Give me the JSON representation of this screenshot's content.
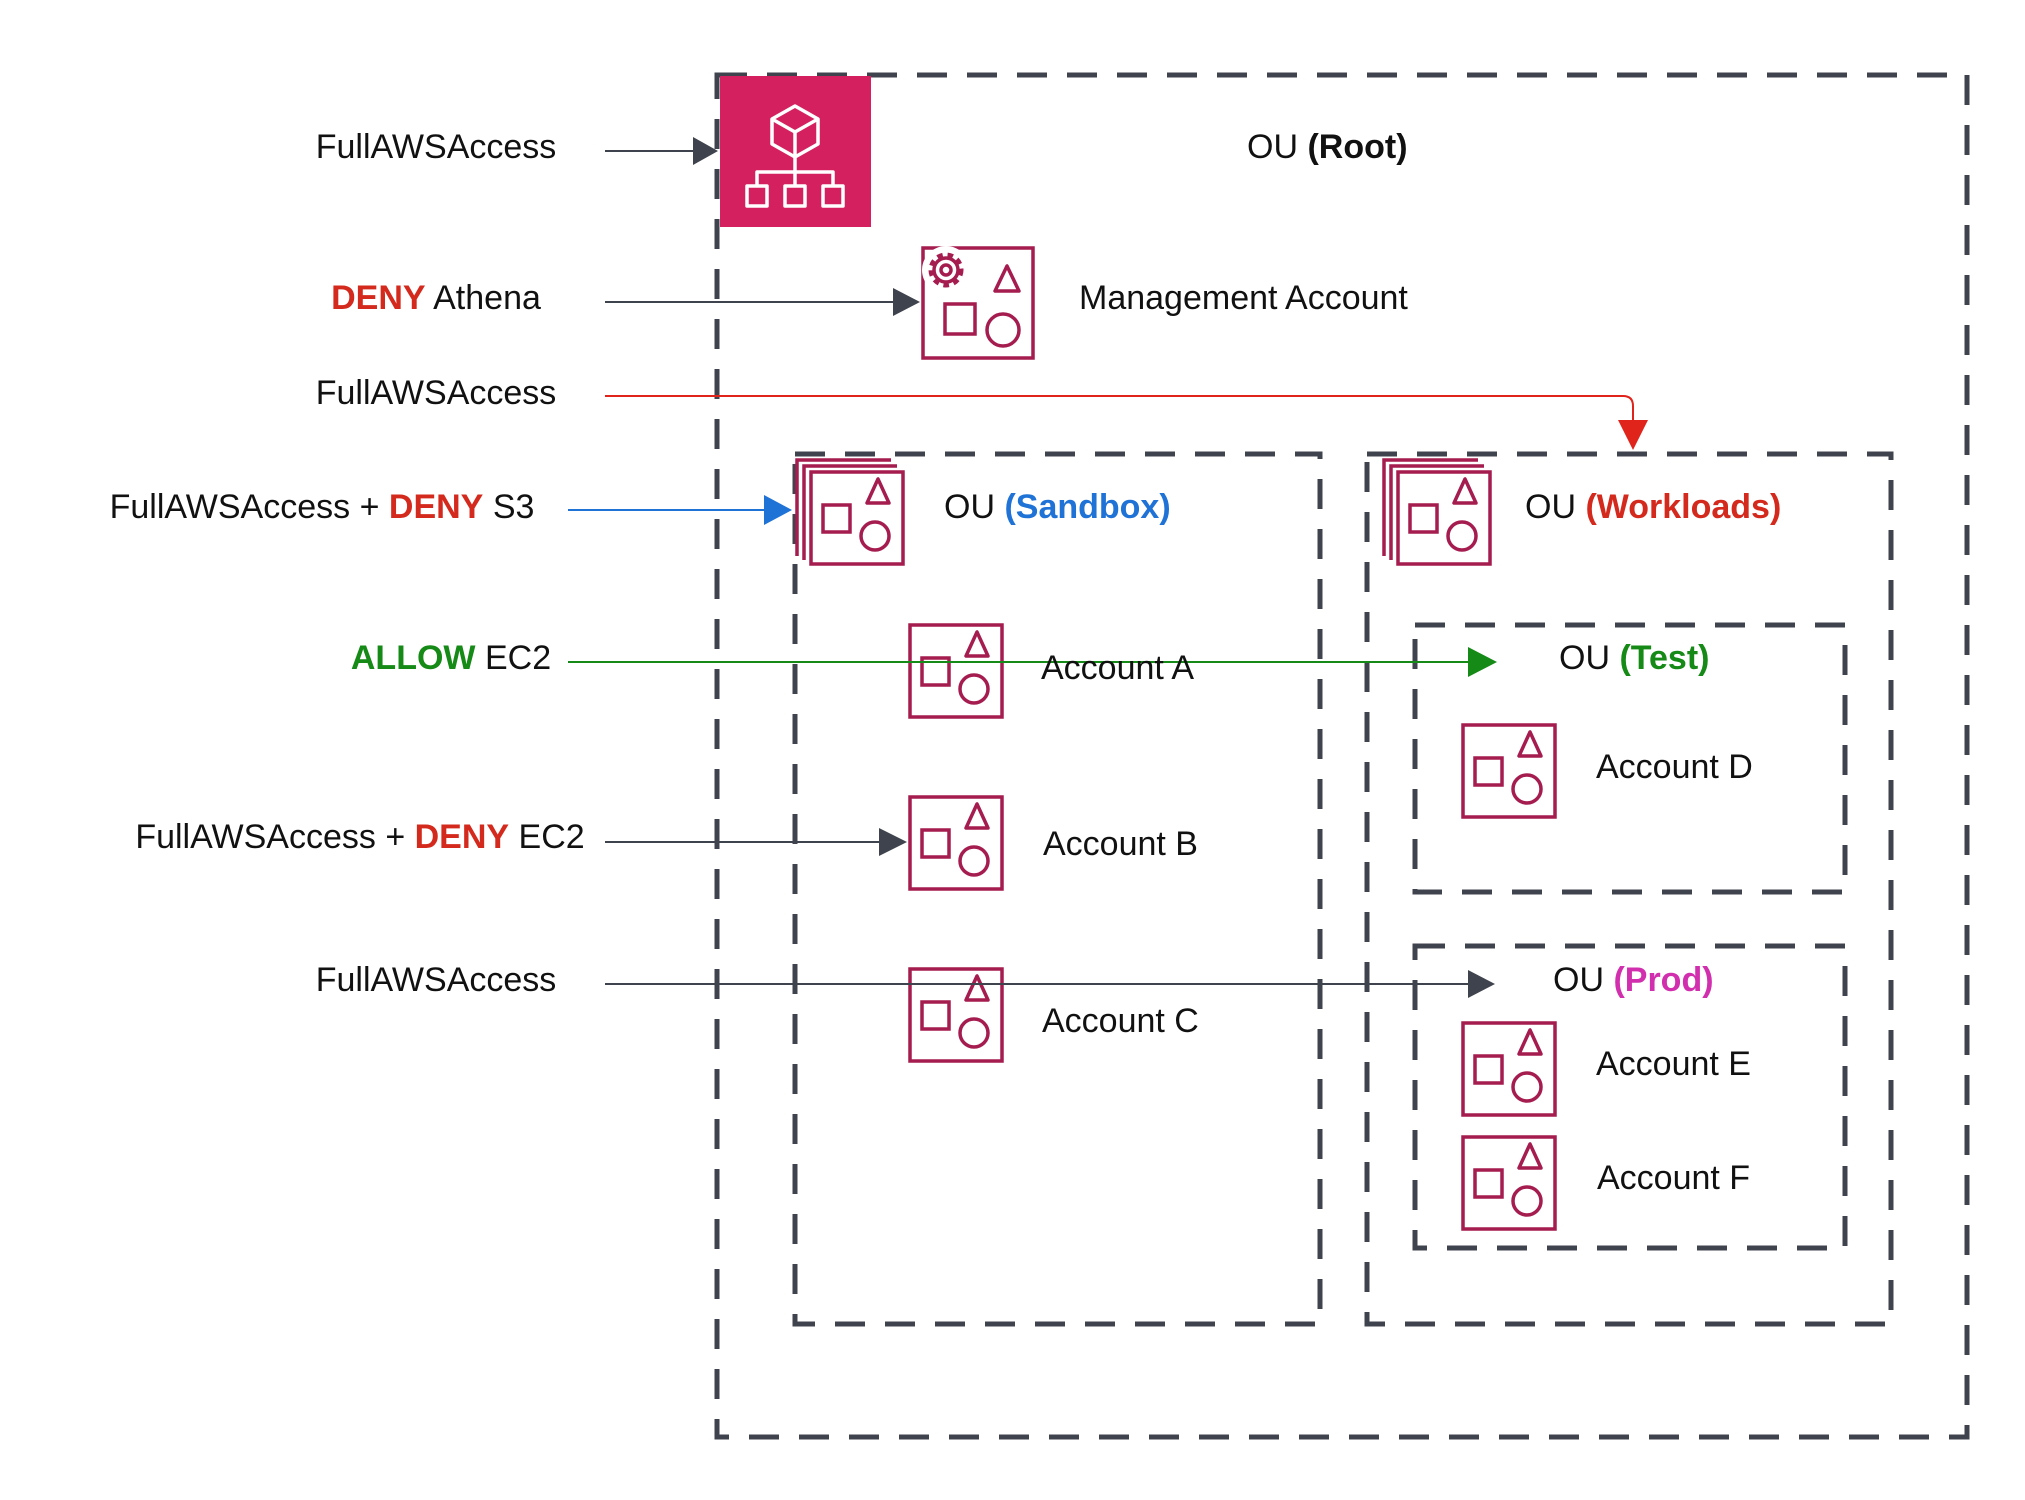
{
  "colors": {
    "dash": "#3f434d",
    "aws_pink": "#d4205f",
    "icon_stroke": "#a51c4f",
    "arrow_dark": "#3f434d",
    "arrow_red": "#e0231b",
    "arrow_blue": "#1f72d6",
    "arrow_green": "#168a16"
  },
  "icons": {
    "root": "aws-organizations-icon",
    "management": "management-account-icon",
    "ou": "organizational-unit-icon",
    "account": "member-account-icon"
  },
  "policies": [
    {
      "id": "p1",
      "parts": [
        {
          "text": "FullAWSAccess",
          "style": "plain"
        }
      ],
      "target": "OU (Root)"
    },
    {
      "id": "p2",
      "parts": [
        {
          "text": "DENY",
          "style": "deny"
        },
        {
          "text": " Athena",
          "style": "plain"
        }
      ],
      "target": "Management Account"
    },
    {
      "id": "p3",
      "parts": [
        {
          "text": "FullAWSAccess",
          "style": "plain"
        }
      ],
      "target": "OU (Workloads)"
    },
    {
      "id": "p4",
      "parts": [
        {
          "text": "FullAWSAccess + ",
          "style": "plain"
        },
        {
          "text": "DENY",
          "style": "deny"
        },
        {
          "text": " S3",
          "style": "plain"
        }
      ],
      "target": "OU (Sandbox)"
    },
    {
      "id": "p5",
      "parts": [
        {
          "text": "ALLOW",
          "style": "allow"
        },
        {
          "text": " EC2",
          "style": "plain"
        }
      ],
      "target": "OU (Test)"
    },
    {
      "id": "p6",
      "parts": [
        {
          "text": "FullAWSAccess + ",
          "style": "plain"
        },
        {
          "text": "DENY",
          "style": "deny"
        },
        {
          "text": " EC2",
          "style": "plain"
        }
      ],
      "target": "Account B"
    },
    {
      "id": "p7",
      "parts": [
        {
          "text": "FullAWSAccess",
          "style": "plain"
        }
      ],
      "target": "OU (Prod)"
    }
  ],
  "ous": {
    "root": {
      "prefix": "OU ",
      "name": "(Root)"
    },
    "sandbox": {
      "prefix": "OU ",
      "name": "(Sandbox)"
    },
    "workloads": {
      "prefix": "OU ",
      "name": "(Workloads)"
    },
    "test": {
      "prefix": "OU ",
      "name": "(Test)"
    },
    "prod": {
      "prefix": "OU ",
      "name": "(Prod)"
    }
  },
  "accounts": {
    "management": "Management Account",
    "a": "Account A",
    "b": "Account B",
    "c": "Account C",
    "d": "Account D",
    "e": "Account E",
    "f": "Account F"
  }
}
